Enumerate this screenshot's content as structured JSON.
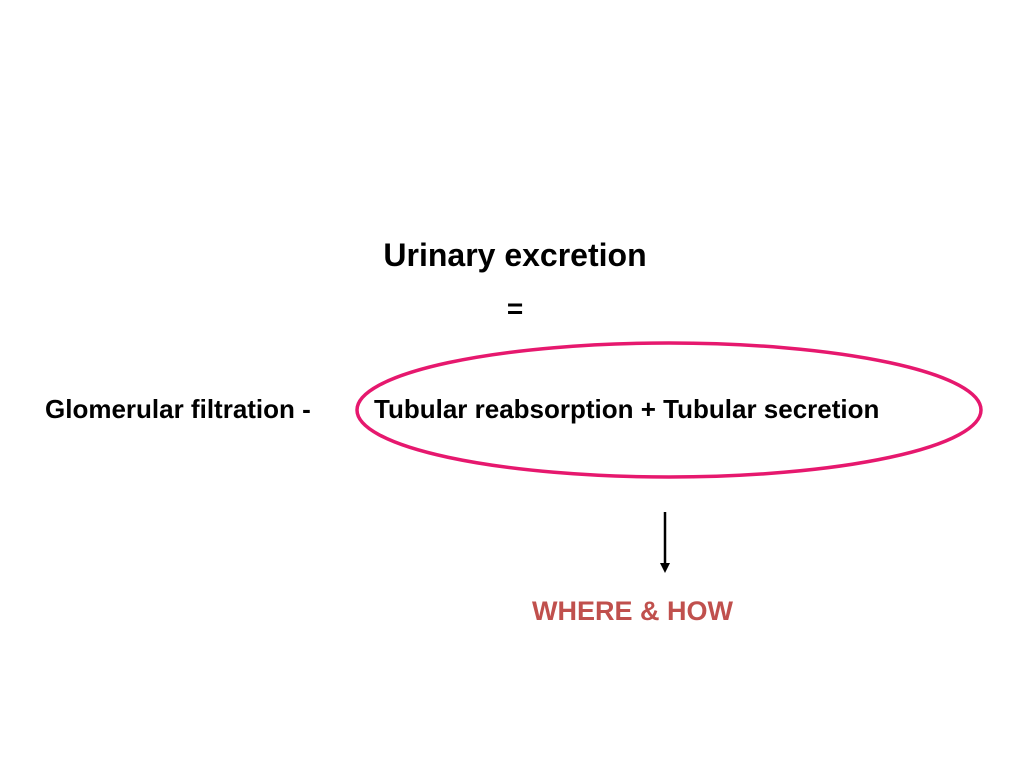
{
  "slide": {
    "title": "Urinary excretion",
    "equals": "=",
    "term_filtration": "Glomerular filtration -",
    "term_reabsorption_secretion": "Tubular reabsorption + Tubular secretion",
    "annotation": "WHERE & HOW"
  },
  "colors": {
    "text": "#000000",
    "ellipse": "#e6186e",
    "annotation": "#c0504d",
    "arrow": "#000000"
  }
}
